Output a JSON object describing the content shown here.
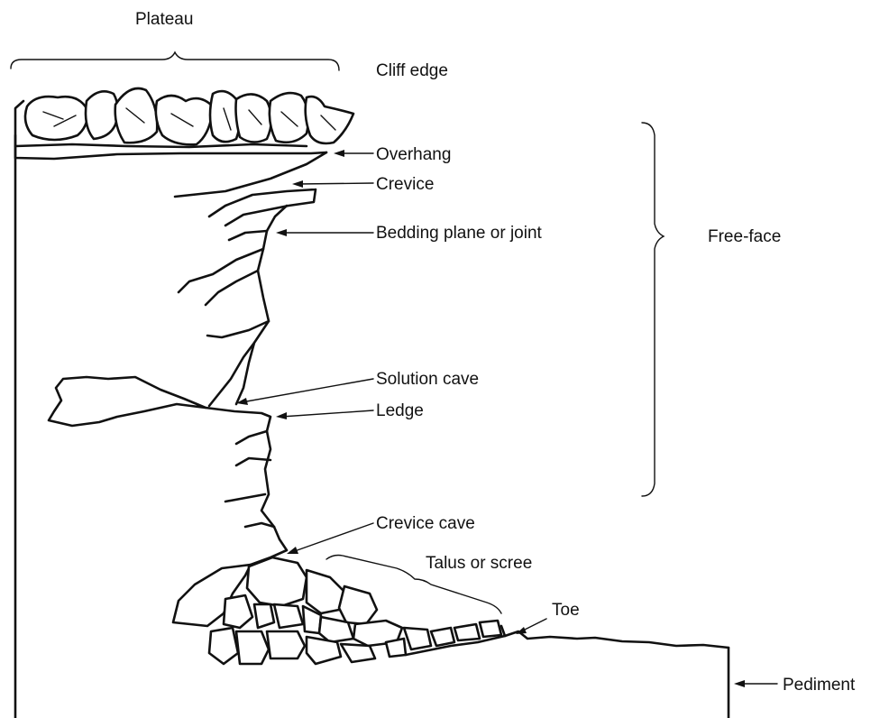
{
  "labels": {
    "plateau": "Plateau",
    "cliff_edge": "Cliff edge",
    "overhang": "Overhang",
    "crevice": "Crevice",
    "bedding_plane": "Bedding plane or joint",
    "free_face": "Free-face",
    "solution_cave": "Solution cave",
    "ledge": "Ledge",
    "crevice_cave": "Crevice cave",
    "talus": "Talus or scree",
    "toe": "Toe",
    "pediment": "Pediment"
  },
  "colors": {
    "ink": "#111111",
    "background": "#ffffff"
  }
}
